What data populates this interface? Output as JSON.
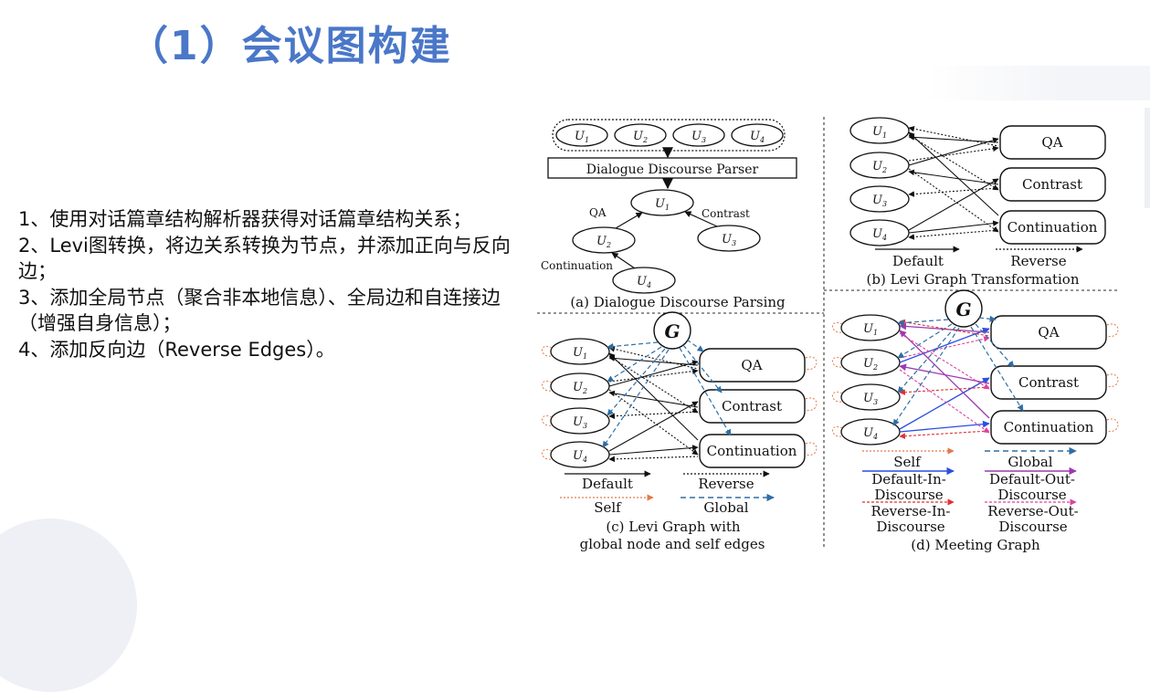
{
  "title": "（1）会议图构建",
  "steps": [
    "1、使用对话篇章结构解析器获得对话篇章结构关系；",
    "2、Levi图转换，将边关系转换为节点，并添加正向与反向边；",
    "3、添加全局节点（聚合非本地信息）、全局边和自连接边（增强自身信息）；",
    "4、添加反向边（Reverse Edges）。"
  ],
  "figure": {
    "utterances": [
      "U1",
      "U2",
      "U3",
      "U4"
    ],
    "utterance_sub": [
      "1",
      "2",
      "3",
      "4"
    ],
    "utterance_base": "U",
    "global_node": "G",
    "relations": [
      "QA",
      "Contrast",
      "Continuation"
    ],
    "panel_a": {
      "parser": "Dialogue Discourse Parser",
      "edge_qa": "QA",
      "edge_contrast": "Contrast",
      "edge_continuation": "Continuation",
      "caption": "(a) Dialogue Discourse Parsing"
    },
    "panel_b": {
      "legend_default": "Default",
      "legend_reverse": "Reverse",
      "caption": "(b) Levi Graph Transformation"
    },
    "panel_c": {
      "legend_default": "Default",
      "legend_reverse": "Reverse",
      "legend_self": "Self",
      "legend_global": "Global",
      "caption_line1": "(c) Levi Graph with",
      "caption_line2": "global node and self edges"
    },
    "panel_d": {
      "legend_self": "Self",
      "legend_global": "Global",
      "legend_dai_1": "Default-In-",
      "legend_dai_2": "Discourse",
      "legend_dao_1": "Default-Out-",
      "legend_dao_2": "Discourse",
      "legend_rai_1": "Reverse-In-",
      "legend_rai_2": "Discourse",
      "legend_rao_1": "Reverse-Out-",
      "legend_rao_2": "Discourse",
      "caption": "(d) Meeting Graph"
    },
    "colors": {
      "title": "#4a77c8",
      "self": "#e07a4a",
      "global": "#2f6ea3",
      "default_in": "#2a4fe0",
      "default_out": "#9a3ab0",
      "reverse_in": "#e03030",
      "reverse_out": "#e040a0"
    }
  }
}
